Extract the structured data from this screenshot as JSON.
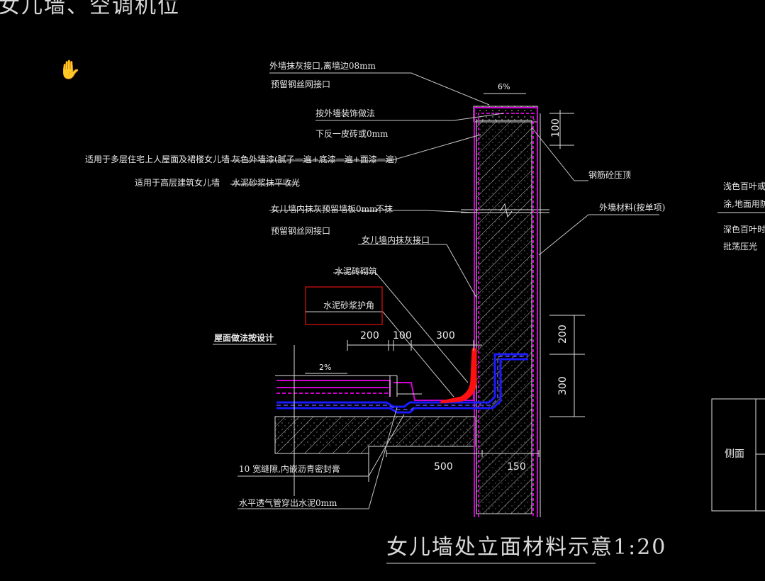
{
  "header": {
    "title": "女儿墙、空调机位"
  },
  "footer": {
    "title": "女儿墙处立面材料示意1:20"
  },
  "labels": {
    "l1": "外墙抹灰接口,离墙边08mm",
    "l2": "预留钢丝网接口",
    "l3": "按外墙装饰做法",
    "l4": "下反一皮砖或0mm",
    "l5": "适用于多层住宅上人屋面及裙楼女儿墙",
    "l6": "灰色外墙漆(腻子一遍+底漆一遍+面漆一遍)",
    "l7": "适用于高层建筑女儿墙",
    "l8": "水泥砂浆抹平收光",
    "l9": "女儿墙内抹灰预留墙板0mm",
    "l9b": "不抹",
    "l10": "预留钢丝网接口",
    "l11": "女儿墙内抹灰接口",
    "l12": "水泥砖砌筑",
    "l13": "水泥砂浆护角",
    "l14": "屋面做法按设计",
    "l15": "10 宽缝隙,内嵌沥青密封膏",
    "l16": "水平透气管穿出水泥0mm",
    "l17": "钢筋砼压顶",
    "l18": "外墙材料(按单项)",
    "side": "侧面",
    "r1": "浅色百叶或铝",
    "r2": "涂,地面用防水",
    "r3": "深色百叶时,",
    "r4": "批荡压光"
  },
  "dims": {
    "slope_top": "6%",
    "slope_roof": "2%",
    "d100_top": "100",
    "d200a": "200",
    "d100b": "100",
    "d300a": "300",
    "d200v": "200",
    "d300v": "300",
    "d500": "500",
    "d150": "150"
  },
  "colors": {
    "background": "#000000",
    "line_white": "#e0e0e0",
    "magenta": "#d000d0",
    "blue": "#1a1aff",
    "red": "#ff1010",
    "highlight_box": "#e01010"
  },
  "icons": {
    "cursor": "hand-pan-icon"
  }
}
